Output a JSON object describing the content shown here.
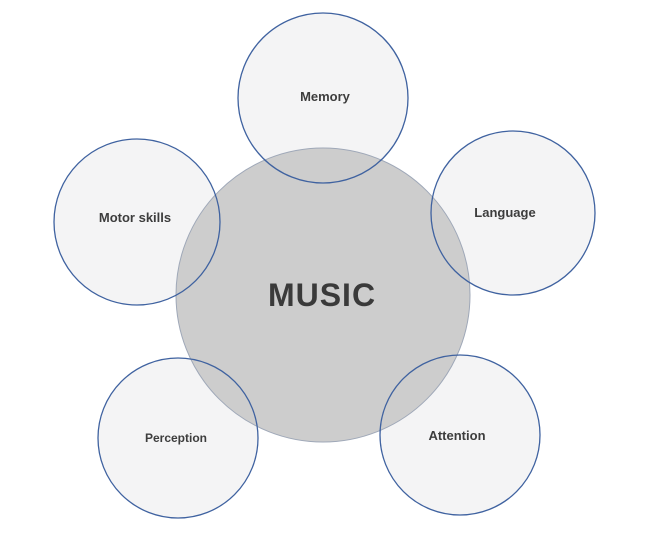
{
  "diagram": {
    "type": "hub-and-spoke-venn",
    "center": {
      "label": "MUSIC"
    },
    "nodes": [
      {
        "label": "Memory",
        "position": "top"
      },
      {
        "label": "Language",
        "position": "right"
      },
      {
        "label": "Motor skills",
        "position": "left"
      },
      {
        "label": "Perception",
        "position": "bottom-left"
      },
      {
        "label": "Attention",
        "position": "bottom-right"
      }
    ],
    "colors": {
      "center_fill": "#cbcbcb",
      "center_stroke": "#9fa8b8",
      "node_fill": "#f4f4f5",
      "node_stroke": "#3f62a0",
      "text": "#3d3d3d"
    }
  }
}
